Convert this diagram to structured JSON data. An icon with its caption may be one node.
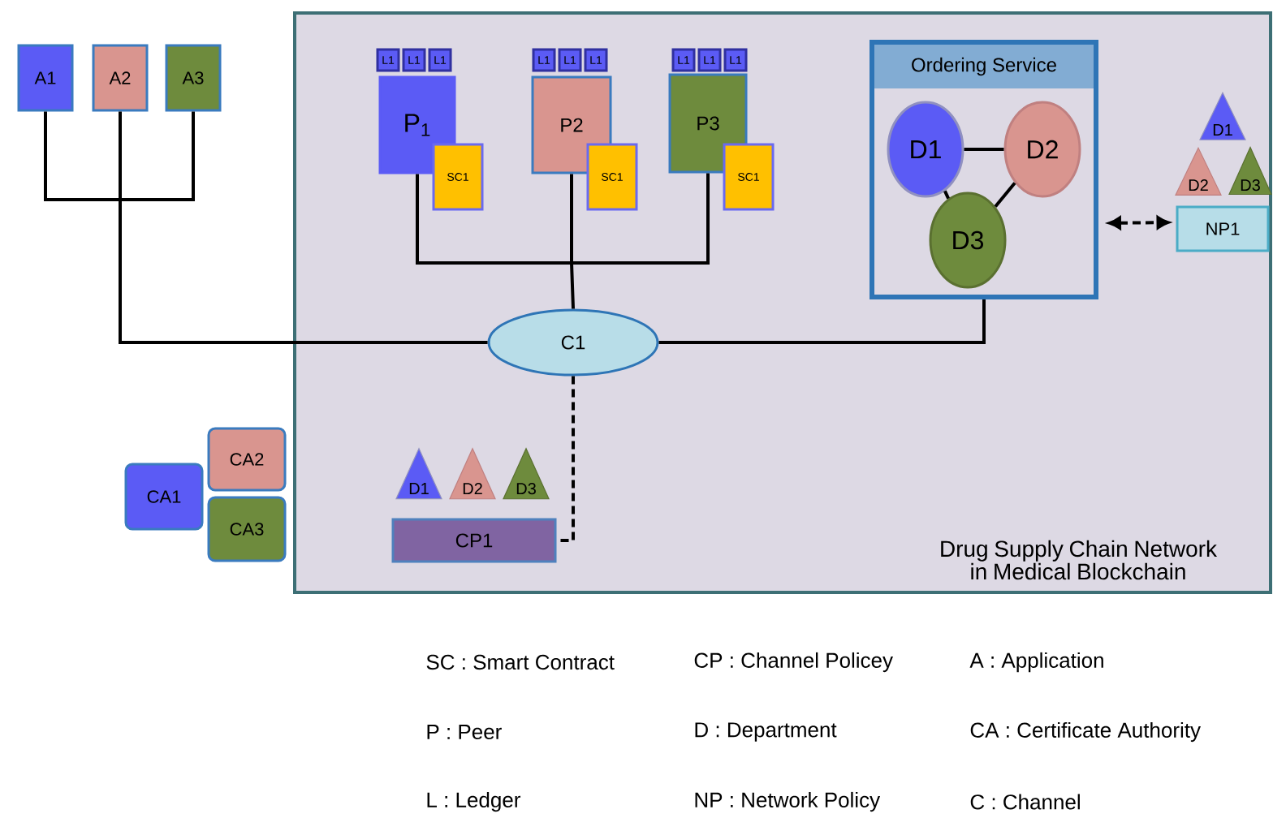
{
  "diagram": {
    "nodes": [
      {
        "text": [
          "A1"
        ]
      },
      {
        "text": [
          "A2"
        ]
      },
      {
        "text": [
          "A3"
        ]
      },
      {
        "text": [
          "Drug Supply Chain Network in Medical Blockchain"
        ]
      },
      {
        "text": [
          "L1"
        ],
        "in": 3
      },
      {
        "text": [
          "L1"
        ],
        "in": 3
      },
      {
        "text": [
          "L1"
        ],
        "in": 3
      },
      {
        "text": [
          "P$_{1}$"
        ],
        "in": 3
      },
      {
        "text": [
          "SC1"
        ],
        "in": 3
      },
      {
        "text": [
          "L1"
        ],
        "in": 3
      },
      {
        "text": [
          "L1"
        ],
        "in": 3
      },
      {
        "text": [
          "L1"
        ],
        "in": 3
      },
      {
        "text": [
          "P2"
        ],
        "in": 3
      },
      {
        "text": [
          "SC1"
        ],
        "in": 3
      },
      {
        "text": [
          "L1"
        ],
        "in": 3
      },
      {
        "text": [
          "L1"
        ],
        "in": 3
      },
      {
        "text": [
          "L1"
        ],
        "in": 3
      },
      {
        "text": [
          "P3"
        ],
        "in": 3
      },
      {
        "text": [
          "SC1"
        ],
        "in": 3
      },
      {
        "text": [
          "Ordering Service"
        ],
        "in": 3
      },
      {
        "text": [
          "D1"
        ],
        "in": 19
      },
      {
        "text": [
          "D2"
        ],
        "in": 19
      },
      {
        "text": [
          "D3"
        ],
        "in": 19
      },
      {
        "text": [
          "D1"
        ],
        "in": 3
      },
      {
        "text": [
          "D2"
        ],
        "in": 3
      },
      {
        "text": [
          "D3"
        ],
        "in": 3
      },
      {
        "text": [
          "NP1"
        ],
        "in": 3
      },
      {
        "text": [
          "C1"
        ],
        "in": 3
      },
      {
        "text": [
          "D1"
        ],
        "in": 3
      },
      {
        "text": [
          "D2"
        ],
        "in": 3
      },
      {
        "text": [
          "D3"
        ],
        "in": 3
      },
      {
        "text": [
          "CP1"
        ],
        "in": 3
      },
      {
        "text": [
          "CA1"
        ]
      },
      {
        "text": [
          "CA2"
        ]
      },
      {
        "text": [
          "CA3"
        ]
      }
    ],
    "edges": [
      {
        "from": 0,
        "to": 27,
        "arrow": "none"
      },
      {
        "from": 1,
        "to": 27,
        "arrow": "none"
      },
      {
        "from": 2,
        "to": 27,
        "arrow": "none"
      },
      {
        "from": 7,
        "to": 27,
        "arrow": "none"
      },
      {
        "from": 12,
        "to": 27,
        "arrow": "none"
      },
      {
        "from": 17,
        "to": 27,
        "arrow": "none"
      },
      {
        "from": 19,
        "to": 27,
        "arrow": "none"
      },
      {
        "from": 27,
        "to": 31,
        "arrow": "none",
        "style": "dashed"
      },
      {
        "from": 20,
        "to": 21,
        "arrow": "none"
      },
      {
        "from": 20,
        "to": 22,
        "arrow": "none"
      },
      {
        "from": 21,
        "to": 22,
        "arrow": "none"
      },
      {
        "from": 19,
        "to": 26,
        "arrow": "both",
        "style": "dashed"
      }
    ],
    "labels": [
      "SC : Smart Contract",
      "CP : Channel Policey",
      "A : Application",
      "P : Peer",
      "D : Department",
      "CA : Certificate Authority",
      "L : Ledger",
      "NP : Network Policy",
      "C : Channel"
    ]
  }
}
